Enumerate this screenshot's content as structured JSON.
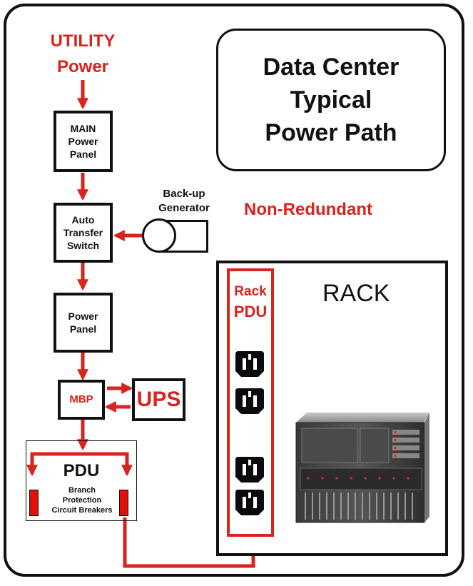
{
  "title": "Data Center\nTypical\nPower Path",
  "subtitle": "Non-Redundant",
  "utility": {
    "line1": "UTILITY",
    "line2": "Power"
  },
  "main_panel": "MAIN\nPower\nPanel",
  "ats": "Auto\nTransfer\nSwitch",
  "generator": "Back-up\nGenerator",
  "power_panel": "Power\nPanel",
  "mbp": "MBP",
  "ups": "UPS",
  "pdu": {
    "title": "PDU",
    "sub": "Branch\nProtection\nCircuit Breakers"
  },
  "rack": {
    "label": "RACK",
    "pdu_line1": "Rack",
    "pdu_line2": "PDU"
  },
  "colors": {
    "accent": "#d9231d",
    "line": "#111111"
  }
}
